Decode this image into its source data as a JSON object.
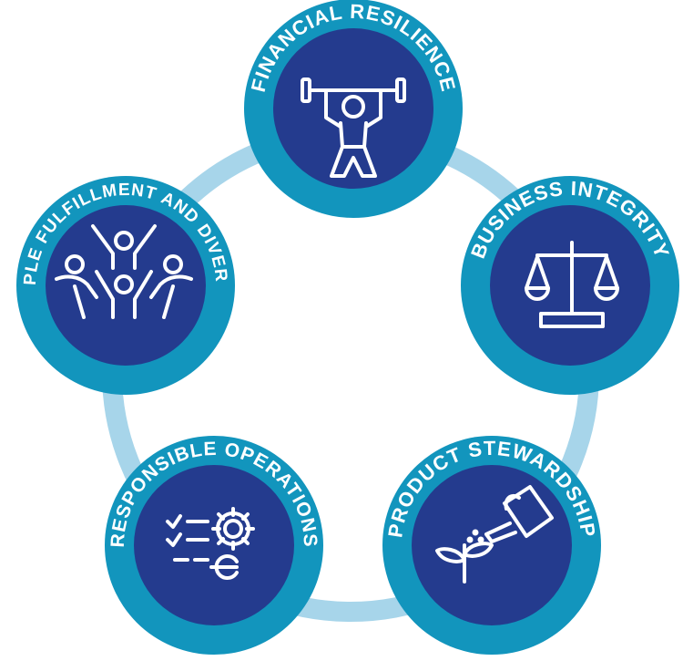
{
  "colors": {
    "ring": "#a7d5ea",
    "outer": "#1295bd",
    "inner": "#243b8e",
    "text": "#ffffff"
  },
  "nodes": [
    {
      "id": "financial",
      "label": "FINANCIAL RESILIENCE",
      "icon": "weightlifter-icon"
    },
    {
      "id": "business",
      "label": "BUSINESS INTEGRITY",
      "icon": "scales-icon"
    },
    {
      "id": "product",
      "label": "PRODUCT STEWARDSHIP",
      "icon": "watering-can-plant-icon"
    },
    {
      "id": "responsible",
      "label": "RESPONSIBLE OPERATIONS",
      "icon": "checklist-gear-wrench-icon"
    },
    {
      "id": "people",
      "label": "PEOPLE FULFILLMENT AND DIVERSITY",
      "icon": "people-group-icon"
    }
  ]
}
